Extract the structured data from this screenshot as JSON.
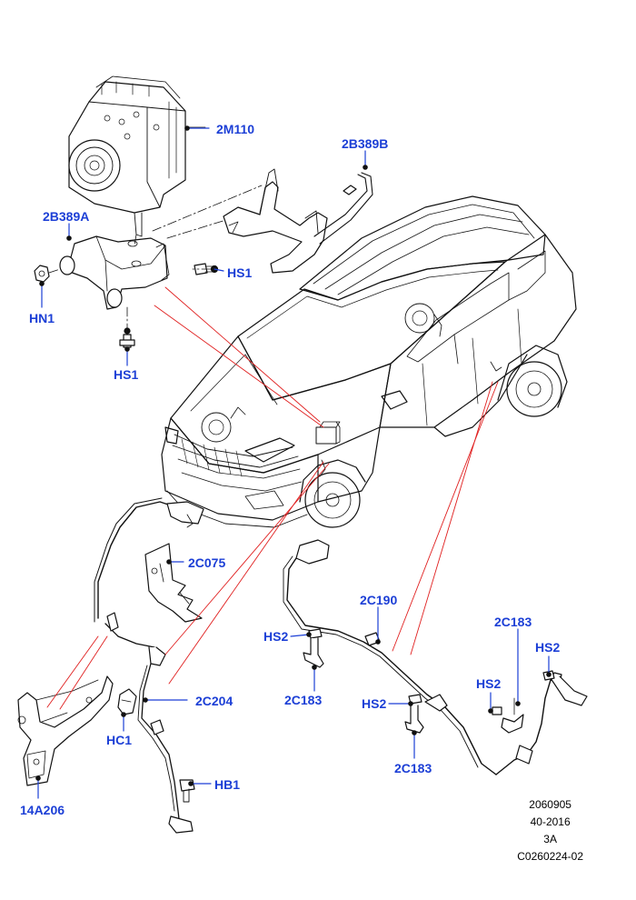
{
  "labels": {
    "abs_module": "2M110",
    "bracket_b": "2B389B",
    "bracket_a": "2B389A",
    "bolt_hs1_right": "HS1",
    "nut_hn1": "HN1",
    "bolt_hs1_bottom": "HS1",
    "harness_2c075": "2C075",
    "sensor_2c190": "2C190",
    "bracket_2c183_right": "2C183",
    "bolt_hs2_far_right": "HS2",
    "bolt_hs2_left": "HS2",
    "bolt_hs2_mid": "HS2",
    "bolt_hs2_lower": "HS2",
    "bracket_2c183_left": "2C183",
    "sensor_2c204": "2C204",
    "clip_hc1": "HC1",
    "bracket_2c183_lower": "2C183",
    "bolt_hb1": "HB1",
    "bracket_14a206": "14A206"
  },
  "footer": {
    "line1": "2060905",
    "line2": "40-2016",
    "line3": "3A",
    "line4": "C0260224-02"
  },
  "colors": {
    "callout": "#1c3fd6",
    "leader_red": "#e02020",
    "line_art": "#111111"
  }
}
